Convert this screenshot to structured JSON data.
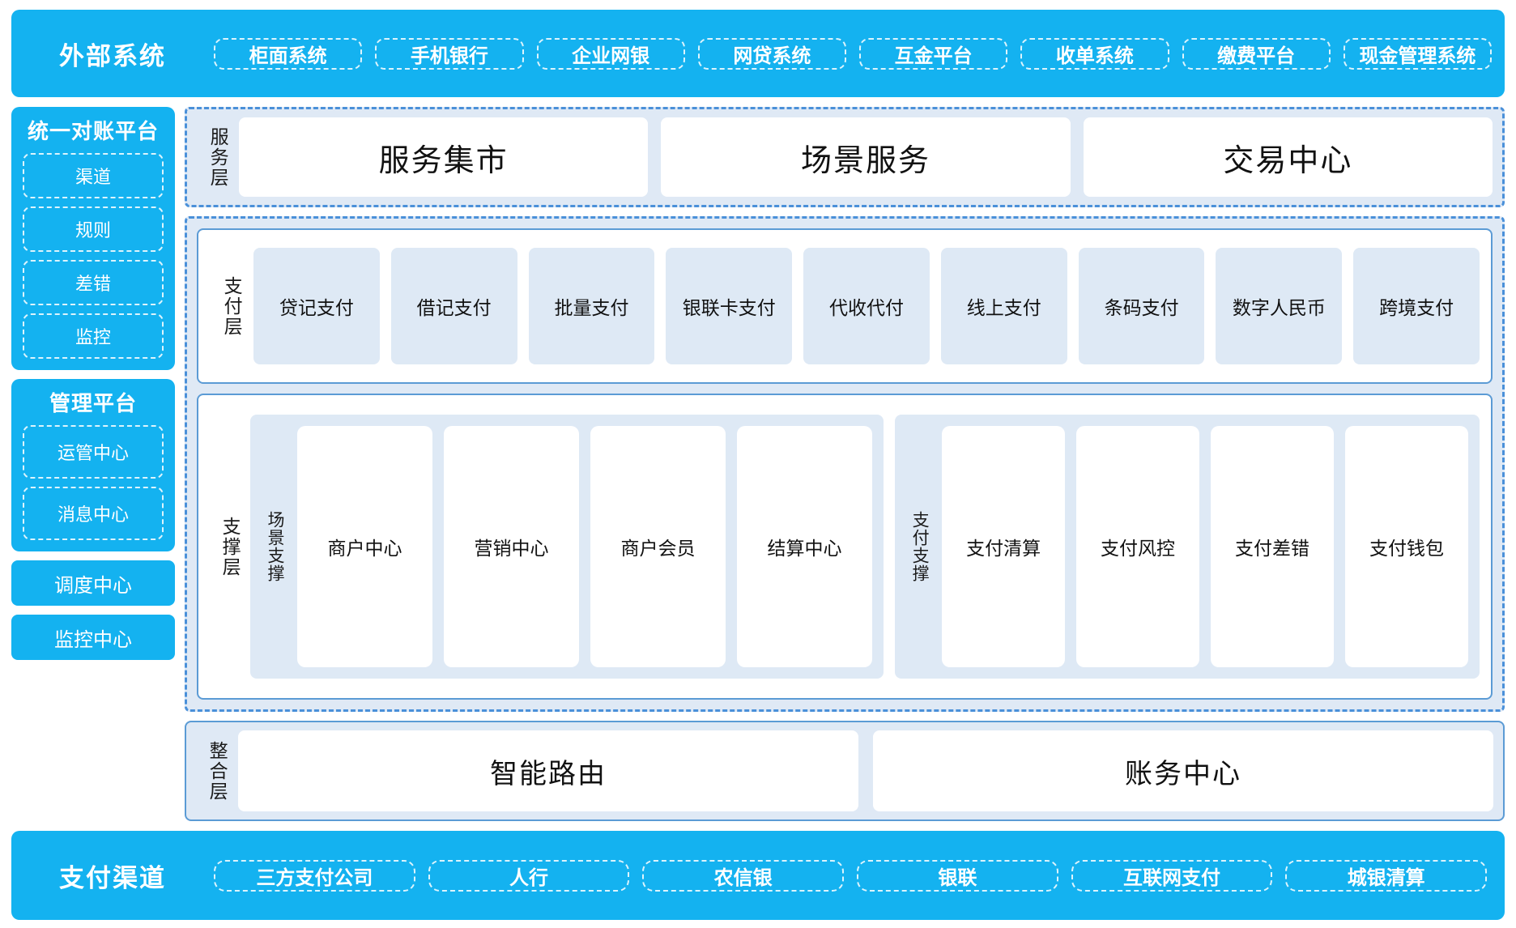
{
  "external_systems": {
    "title": "外部系统",
    "items": [
      "柜面系统",
      "手机银行",
      "企业网银",
      "网贷系统",
      "互金平台",
      "收单系统",
      "缴费平台",
      "现金管理系统"
    ]
  },
  "rail": {
    "reconciliation": {
      "title": "统一对账平台",
      "items": [
        "渠道",
        "规则",
        "差错",
        "监控"
      ]
    },
    "management": {
      "title": "管理平台",
      "items": [
        "运管中心",
        "消息中心"
      ]
    },
    "standalone": [
      "调度中心",
      "监控中心"
    ]
  },
  "service_layer": {
    "caption": "服务层",
    "items": [
      "服务集市",
      "场景服务",
      "交易中心"
    ]
  },
  "payment_layer": {
    "caption": "支付层",
    "items": [
      "贷记支付",
      "借记支付",
      "批量支付",
      "银联卡支付",
      "代收代付",
      "线上支付",
      "条码支付",
      "数字人民币",
      "跨境支付"
    ]
  },
  "support_layer": {
    "caption": "支撑层",
    "groups": [
      {
        "caption": "场景支撑",
        "items": [
          "商户中心",
          "营销中心",
          "商户会员",
          "结算中心"
        ]
      },
      {
        "caption": "支付支撑",
        "items": [
          "支付清算",
          "支付风控",
          "支付差错",
          "支付钱包"
        ]
      }
    ]
  },
  "integration_layer": {
    "caption": "整合层",
    "items": [
      "智能路由",
      "账务中心"
    ]
  },
  "payment_channels": {
    "title": "支付渠道",
    "items": [
      "三方支付公司",
      "人行",
      "农信银",
      "银联",
      "互联网支付",
      "城银清算"
    ]
  },
  "colors": {
    "brand_blue": "#14b2f0",
    "panel_border": "#5b9bd5",
    "dashed_border": "#4a90d9",
    "tile_fill": "#dee9f5",
    "group_fill": "#dfe9f5"
  }
}
